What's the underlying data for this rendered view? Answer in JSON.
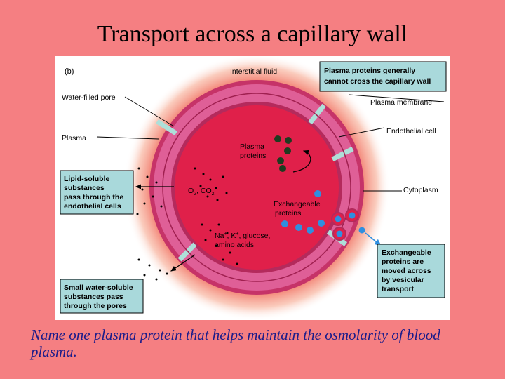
{
  "title": "Transport across a capillary wall",
  "question": "Name one plasma protein that helps maintain the osmolarity of blood plasma.",
  "figure": {
    "panel": "(b)",
    "labels": {
      "interstitial_fluid": "Interstitial fluid",
      "water_filled_pore": "Water-filled pore",
      "plasma": "Plasma",
      "plasma_membrane": "Plasma membrane",
      "endothelial_cell": "Endothelial cell",
      "cytoplasm": "Cytoplasm",
      "plasma_proteins_1": "Plasma",
      "plasma_proteins_2": "proteins",
      "exch_proteins_1": "Exchangeable",
      "exch_proteins_2": "proteins",
      "o2": "O",
      "o2_sub": "2",
      "co2": ", CO",
      "co2_sub": "2",
      "ions_1": "Na",
      "ions_1_sup": "+",
      "ions_1b": ", K",
      "ions_1b_sup": "+",
      "ions_1c": ", glucose,",
      "ions_2": "amino acids"
    },
    "boxes": {
      "plasma_proteins_cannot": [
        "Plasma proteins generally",
        "cannot cross the capillary wall"
      ],
      "lipid_soluble": [
        "Lipid-soluble",
        "substances",
        "pass through the",
        "endothelial cells"
      ],
      "small_water_soluble": [
        "Small water-soluble",
        "substances pass",
        "through the pores"
      ],
      "exchangeable_moved": [
        "Exchangeable",
        "proteins are",
        "moved across",
        "by vesicular",
        "transport"
      ]
    },
    "colors": {
      "slide_background": "#f57f82",
      "figure_background": "#ffffff",
      "box_fill": "#a9d9db",
      "plasma": "#e0204a",
      "endothelium": "#df5f97",
      "dark_protein": "#1d3c20",
      "blue_protein": "#2f8fe0"
    }
  }
}
